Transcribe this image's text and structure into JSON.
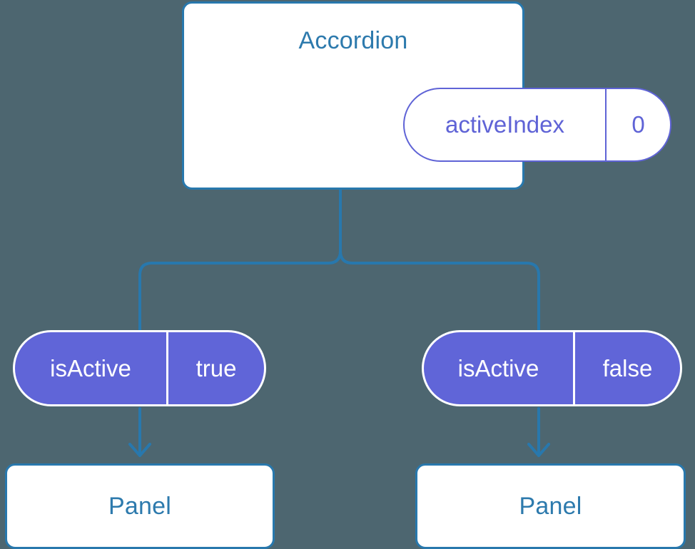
{
  "diagram": {
    "type": "component-state-tree",
    "background_color": "#4d6670",
    "colors": {
      "component_border": "#2878ad",
      "component_text": "#2d7aad",
      "state_outline": "#5f63d6",
      "state_fill": "#6065d8",
      "state_fill_text": "#ffffff",
      "connector": "#2878ad"
    }
  },
  "root": {
    "title": "Accordion",
    "state": {
      "key": "activeIndex",
      "value": "0"
    }
  },
  "branches": [
    {
      "prop": {
        "key": "isActive",
        "value": "true"
      },
      "child": {
        "title": "Panel"
      }
    },
    {
      "prop": {
        "key": "isActive",
        "value": "false"
      },
      "child": {
        "title": "Panel"
      }
    }
  ]
}
